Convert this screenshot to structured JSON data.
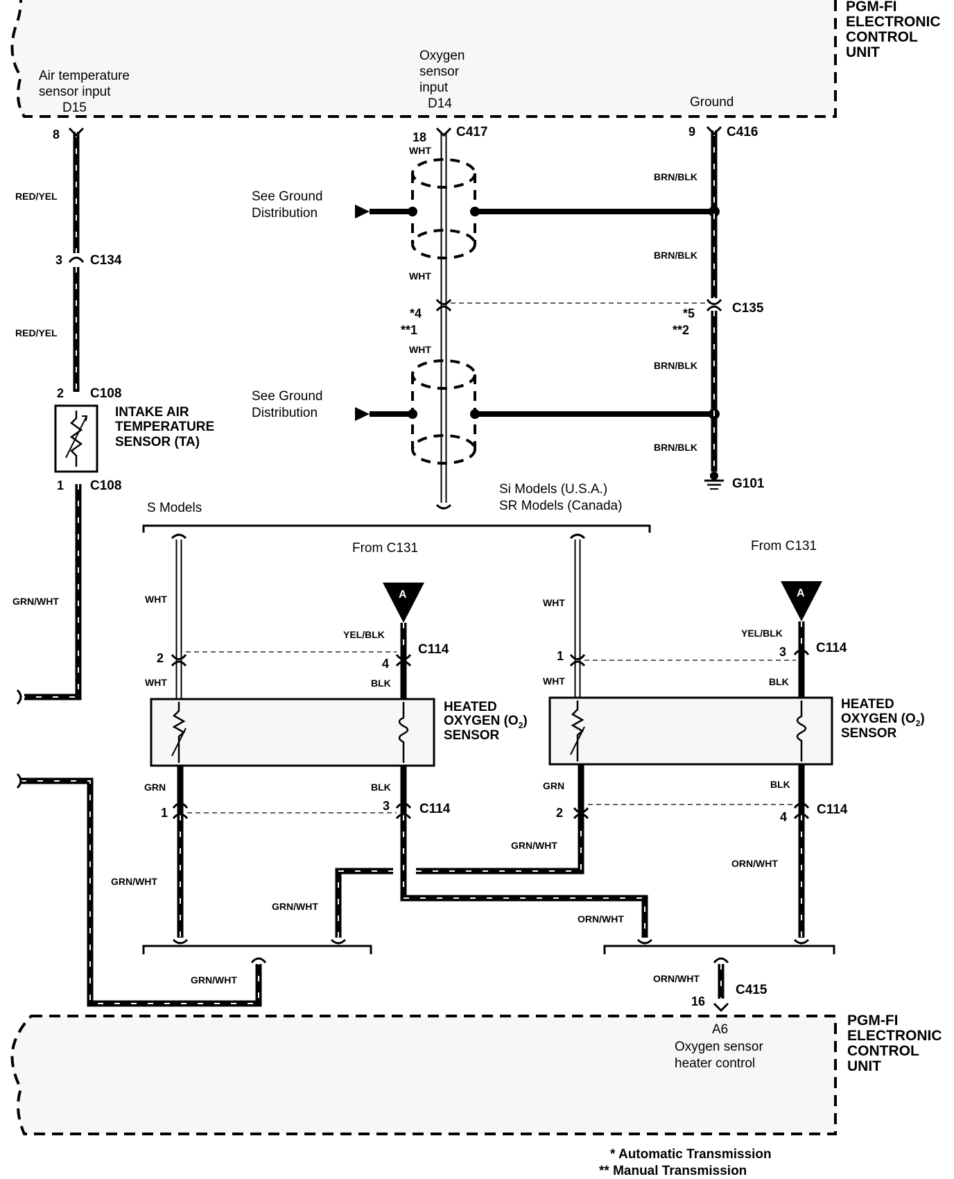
{
  "ecu_top": {
    "title": [
      "PGM-FI",
      "ELECTRONIC",
      "CONTROL",
      "UNIT"
    ],
    "air_temp_input": [
      "Air temperature",
      "sensor input",
      "D15"
    ],
    "oxygen_input": [
      "Oxygen",
      "sensor",
      "input",
      "D14"
    ],
    "ground_label": "Ground"
  },
  "ecu_bottom": {
    "title": [
      "PGM-FI",
      "ELECTRONIC",
      "CONTROL",
      "UNIT"
    ],
    "heater_control": [
      "A6",
      "Oxygen sensor",
      "heater control"
    ]
  },
  "connectors": {
    "c417": "C417",
    "c416": "C416",
    "c134": "C134",
    "c108a": "C108",
    "c108b": "C108",
    "c135": "C135",
    "g101": "G101",
    "c114a": "C114",
    "c114b": "C114",
    "c114c": "C114",
    "c114d": "C114",
    "c415": "C415"
  },
  "pins": {
    "p8": "8",
    "p18": "18",
    "p9": "9",
    "p3": "3",
    "p2": "2",
    "p1": "1",
    "p_auto4": "*4",
    "p_man1": "**1",
    "p_auto5": "*5",
    "p_man2": "**2",
    "s_wht_pin": "2",
    "s_yel_pin": "4",
    "s_grn_pin": "1",
    "s_blk_pin": "3",
    "si_wht_pin": "1",
    "si_yel_pin": "3",
    "si_grn_pin": "2",
    "si_blk_pin": "4",
    "p16": "16"
  },
  "wires": {
    "red_yel": "RED/YEL",
    "wht": "WHT",
    "brn_blk": "BRN/BLK",
    "grn_wht": "GRN/WHT",
    "yel_blk": "YEL/BLK",
    "blk": "BLK",
    "grn": "GRN",
    "orn_wht": "ORN/WHT"
  },
  "components": {
    "iat_sensor": [
      "INTAKE AIR",
      "TEMPERATURE",
      "SENSOR (TA)"
    ],
    "ho2_sensor": [
      "HEATED",
      "OXYGEN (O",
      "2",
      ")",
      "SENSOR"
    ]
  },
  "notes": {
    "see_ground": [
      "See Ground",
      "Distribution"
    ],
    "s_models": "S Models",
    "si_models": [
      "Si Models (U.S.A.)",
      "SR Models (Canada)"
    ],
    "from_c131": "From C131",
    "ref_a": "A",
    "auto_note": "* Automatic Transmission",
    "manual_note": "** Manual Transmission"
  }
}
